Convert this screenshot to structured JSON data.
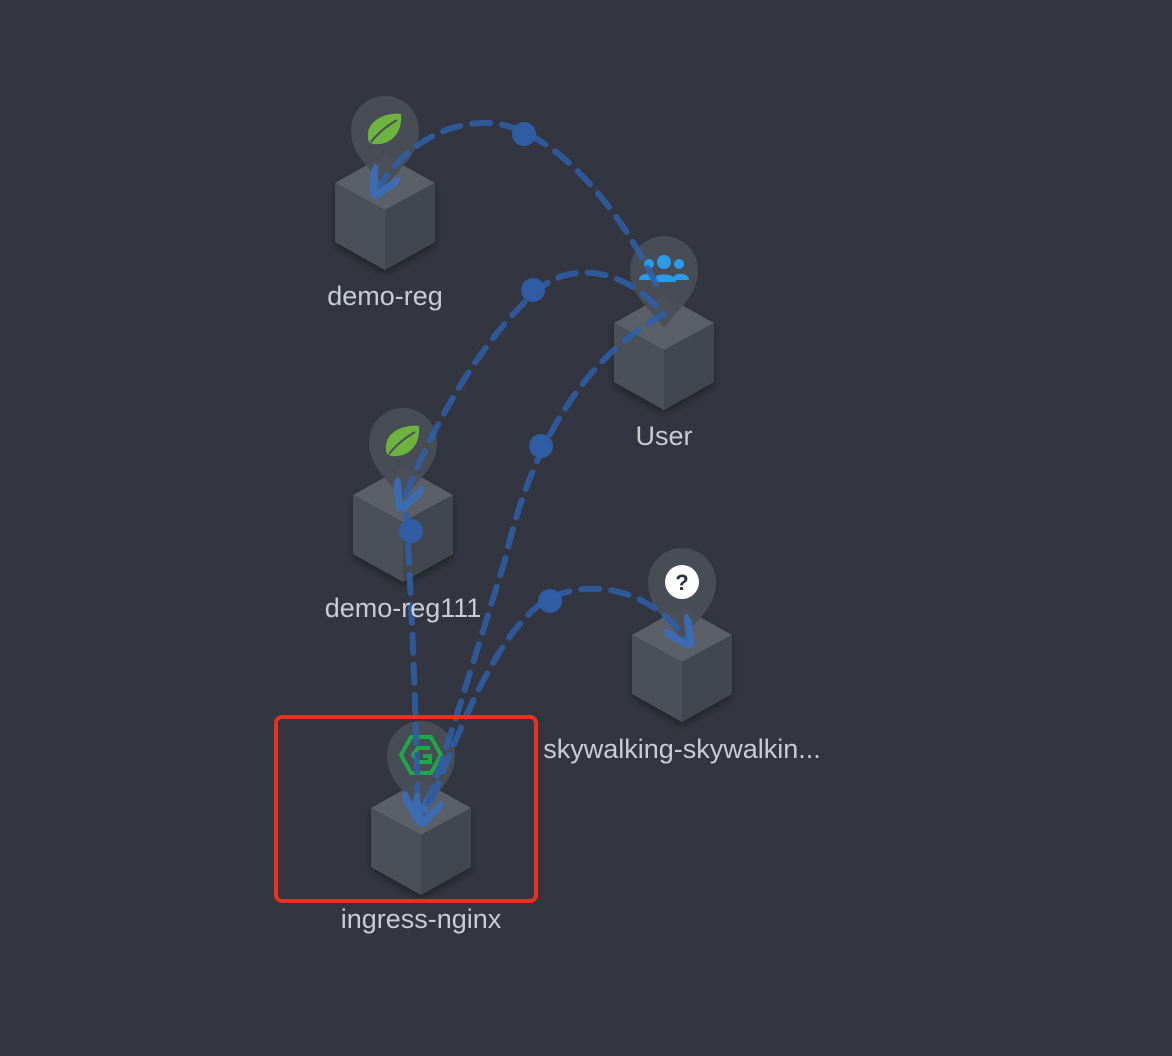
{
  "topology": {
    "nodes": [
      {
        "id": "demo-reg",
        "label": "demo-reg",
        "icon": "spring-leaf-icon"
      },
      {
        "id": "user",
        "label": "User",
        "icon": "users-icon"
      },
      {
        "id": "demo-reg111",
        "label": "demo-reg111",
        "icon": "spring-leaf-icon"
      },
      {
        "id": "skywalking",
        "label": "skywalking-skywalkin...",
        "icon": "unknown-question-icon"
      },
      {
        "id": "ingress-nginx",
        "label": "ingress-nginx",
        "icon": "nginx-g-icon"
      }
    ],
    "edges": [
      {
        "from": "user",
        "to": "demo-reg"
      },
      {
        "from": "user",
        "to": "demo-reg111"
      },
      {
        "from": "demo-reg111",
        "to": "ingress-nginx"
      },
      {
        "from": "user",
        "to": "ingress-nginx"
      },
      {
        "from": "ingress-nginx",
        "to": "skywalking"
      }
    ],
    "highlighted_node": "ingress-nginx"
  },
  "colors": {
    "background": "#333640",
    "edge": "#2f5fa8",
    "label": "#c9ccd3",
    "highlight": "#e8321e",
    "spring_green": "#6db33f",
    "user_blue": "#2b9ae8",
    "nginx_green": "#1ea84a"
  }
}
